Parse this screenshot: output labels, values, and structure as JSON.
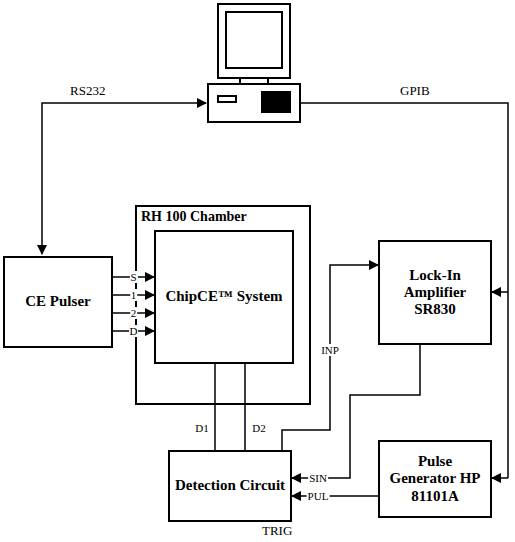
{
  "diagram": {
    "nodes": [
      {
        "text": [
          "CE Pulser"
        ]
      },
      {
        "text": [
          "RH 100 Chamber"
        ]
      },
      {
        "text": [
          "ChipCE™ System"
        ],
        "in": 1
      },
      {
        "text": [
          "Lock-In Amplifier SR830"
        ]
      },
      {
        "text": [
          "Detection Circuit"
        ]
      },
      {
        "text": [
          "Pulse Generator HP 81101A"
        ]
      }
    ],
    "edges": [
      {
        "from": 0,
        "to": 2,
        "label": "S",
        "arrow": "to"
      },
      {
        "from": 0,
        "to": 2,
        "label": "1",
        "arrow": "to"
      },
      {
        "from": 0,
        "to": 2,
        "label": "2",
        "arrow": "to"
      },
      {
        "from": 0,
        "to": 2,
        "label": "D",
        "arrow": "to"
      },
      {
        "from": 2,
        "to": 4,
        "label": "D1",
        "arrow": "none"
      },
      {
        "from": 2,
        "to": 4,
        "label": "D2",
        "arrow": "none"
      },
      {
        "from": 4,
        "to": 3,
        "label": "INP",
        "arrow": "to"
      },
      {
        "from": 3,
        "to": 4,
        "label": "SIN",
        "arrow": "to"
      },
      {
        "from": 5,
        "to": 4,
        "label": "PUL",
        "arrow": "to"
      }
    ],
    "labels": [
      "RS232",
      "GPIB",
      "TRIG"
    ]
  }
}
